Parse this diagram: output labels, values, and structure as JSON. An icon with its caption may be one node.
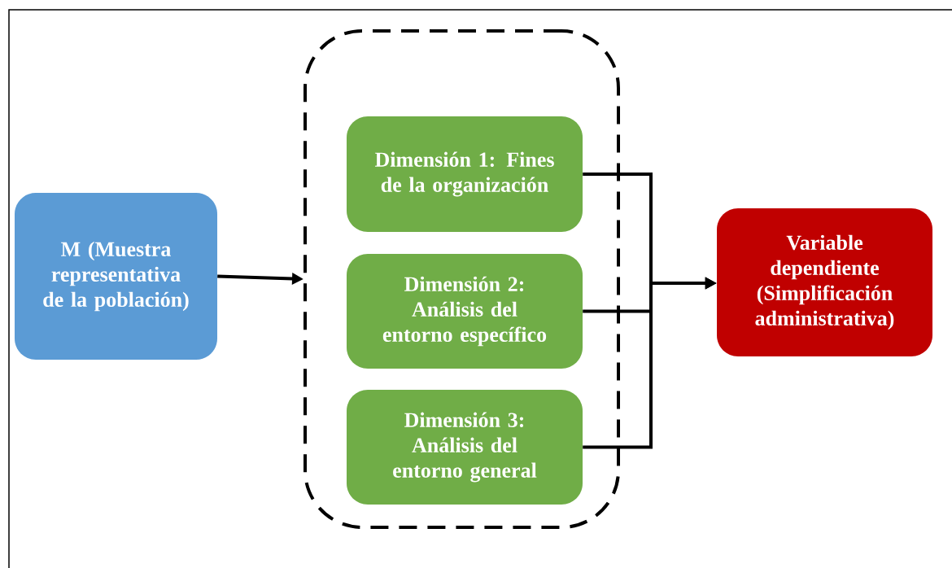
{
  "diagram": {
    "nodes": [
      {
        "text": [
          "M (Muestra representativa de la población)"
        ]
      },
      {
        "text": [],
        "shape": "box"
      },
      {
        "text": [
          "Dimensión 1: Fines de la organización"
        ],
        "in": 1
      },
      {
        "text": [
          "Dimensión 2: Análisis del entorno específico"
        ],
        "in": 1
      },
      {
        "text": [
          "Dimensión 3: Análisis del entorno general"
        ],
        "in": 1
      },
      {
        "text": [
          "Variable dependiente (Simplificación administrativa)"
        ]
      }
    ],
    "edges": [
      {
        "from": 0,
        "to": 1,
        "arrow": "to"
      },
      {
        "from": 2,
        "to": 5,
        "arrow": "to"
      },
      {
        "from": 3,
        "to": 5,
        "arrow": "to"
      },
      {
        "from": 4,
        "to": 5,
        "arrow": "to"
      }
    ]
  }
}
